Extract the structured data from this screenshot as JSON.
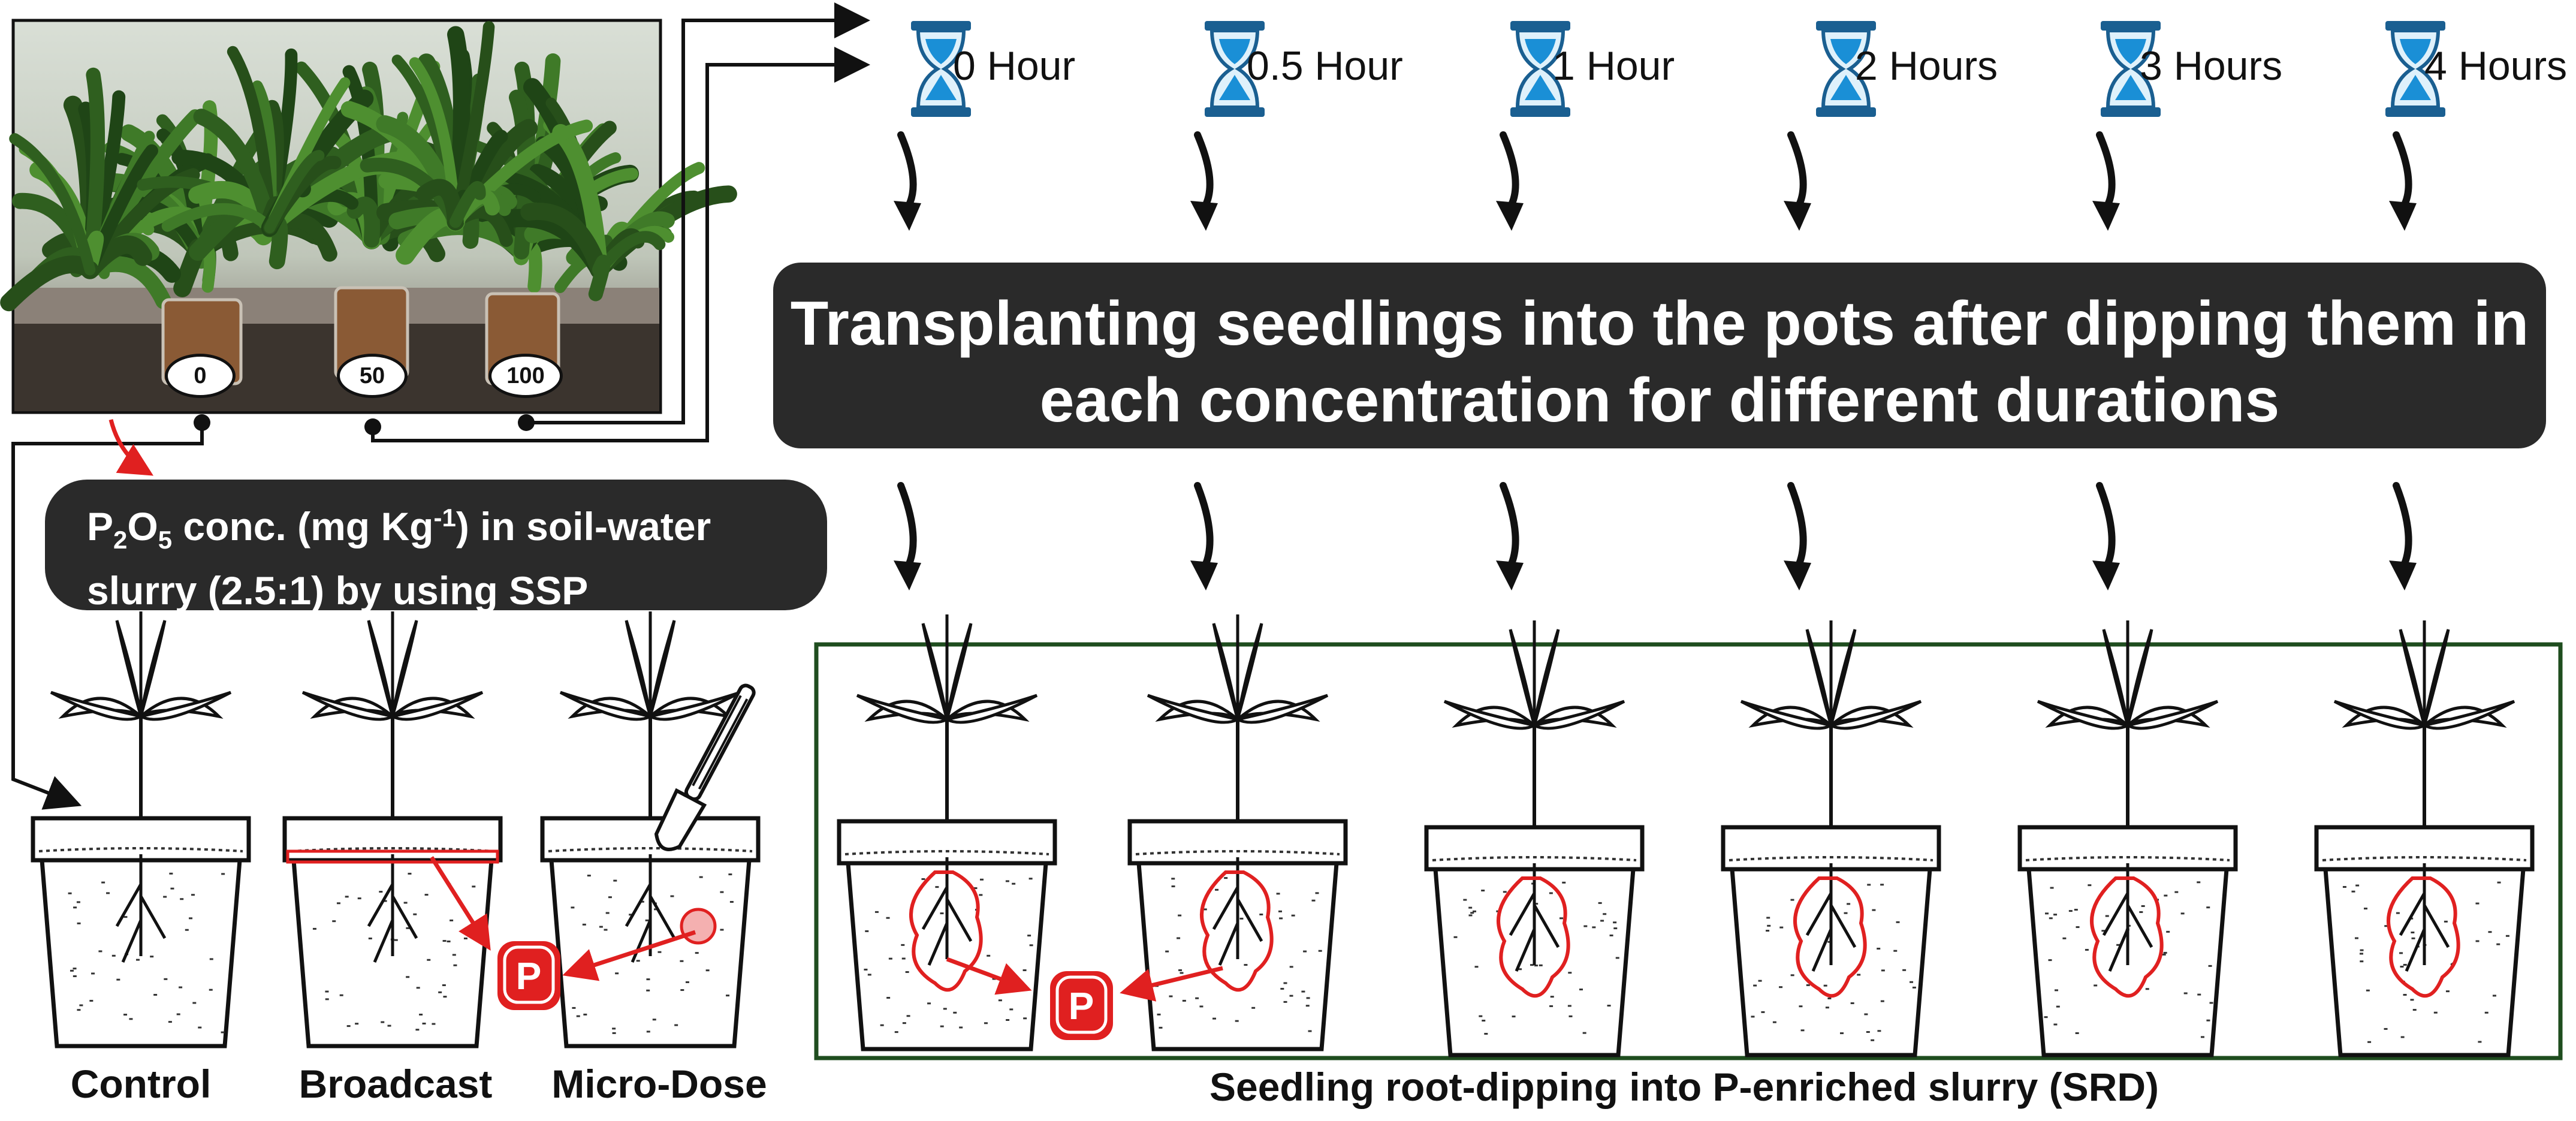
{
  "photo": {
    "concentration_markers": [
      "0",
      "50",
      "100"
    ]
  },
  "info_pill": {
    "line1_prefix": "P",
    "line1_sub1": "2",
    "line1_mid": "O",
    "line1_sub2": "5",
    "line1_text": " conc. (mg Kg",
    "line1_sup": "-1",
    "line1_suffix": ") in soil-water",
    "line2": "slurry (2.5:1) by using SSP"
  },
  "timeline": {
    "durations": [
      "0 Hour",
      "0.5 Hour",
      "1 Hour",
      "2 Hours",
      "3 Hours",
      "4 Hours"
    ],
    "icon": "hourglass-icon",
    "icon_color": "#1a8fd6"
  },
  "banner": {
    "line1": "Transplanting seedlings into the pots after dipping them in",
    "line2": "each concentration for different durations"
  },
  "treatments": {
    "labels": [
      "Control",
      "Broadcast",
      "Micro-Dose"
    ],
    "phosphorus_badge": "P"
  },
  "srd": {
    "label": "Seedling root-dipping into P-enriched slurry (SRD)",
    "phosphorus_badge": "P",
    "box_color": "#1f4d1f"
  },
  "colors": {
    "accent_red": "#e02020",
    "dark": "#2a2a2a"
  }
}
